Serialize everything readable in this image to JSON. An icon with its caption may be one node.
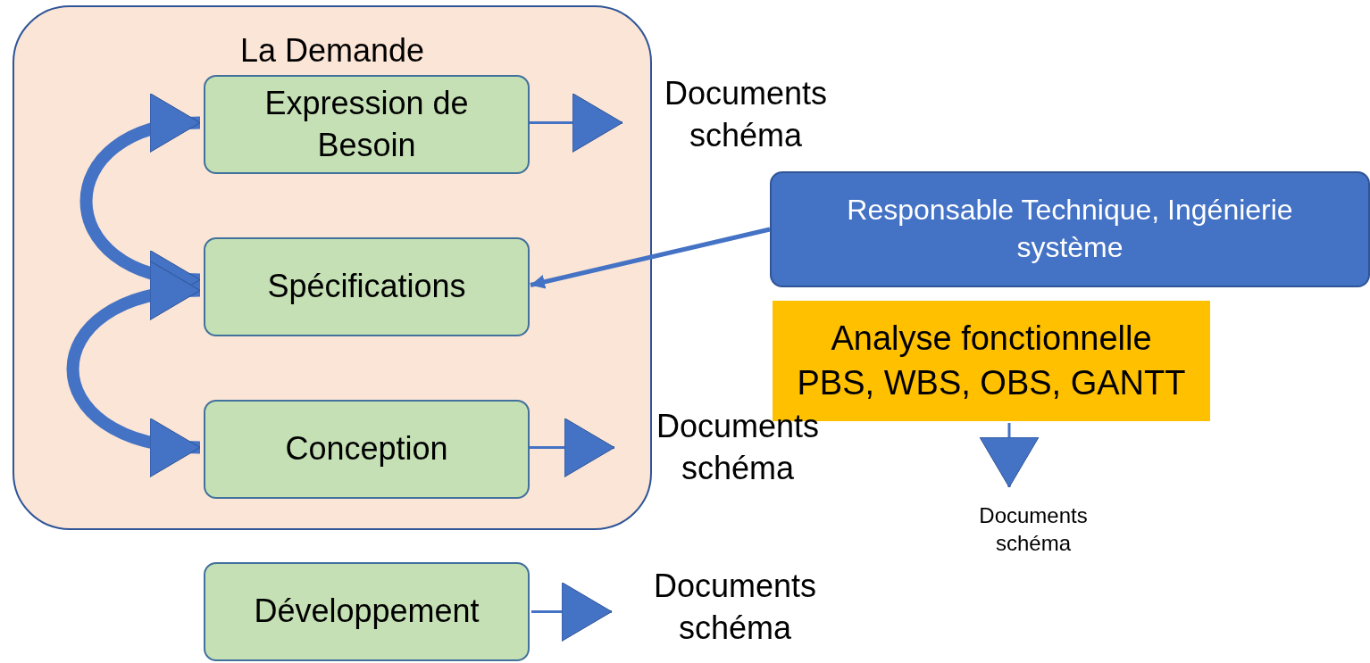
{
  "diagram": {
    "nodes": [
      {
        "text": [
          "La Demande"
        ]
      },
      {
        "text": [
          "Expression de Besoin"
        ],
        "in": 0
      },
      {
        "text": [
          "Spécifications"
        ],
        "in": 0
      },
      {
        "text": [
          "Conception"
        ],
        "in": 0
      },
      {
        "text": [
          "Développement"
        ]
      },
      {
        "text": [
          "Responsable Technique, Ingénierie système"
        ]
      },
      {
        "text": [
          "Analyse fonctionnelle",
          "PBS, WBS, OBS, GANTT"
        ]
      },
      {
        "text": [
          "Documents schéma"
        ]
      },
      {
        "text": [
          "Documents schéma"
        ]
      },
      {
        "text": [
          "Documents schéma"
        ]
      },
      {
        "text": [
          "Documents schéma"
        ]
      }
    ],
    "edges": [
      {
        "from": 1,
        "to": 2,
        "arrow": "both",
        "style": "thick"
      },
      {
        "from": 2,
        "to": 3,
        "arrow": "both",
        "style": "thick"
      },
      {
        "from": 1,
        "to": 7,
        "arrow": "to"
      },
      {
        "from": 3,
        "to": 8,
        "arrow": "to"
      },
      {
        "from": 4,
        "to": 9,
        "arrow": "to"
      },
      {
        "from": 5,
        "to": 2,
        "arrow": "to"
      },
      {
        "from": 6,
        "to": 10,
        "arrow": "to"
      }
    ]
  }
}
